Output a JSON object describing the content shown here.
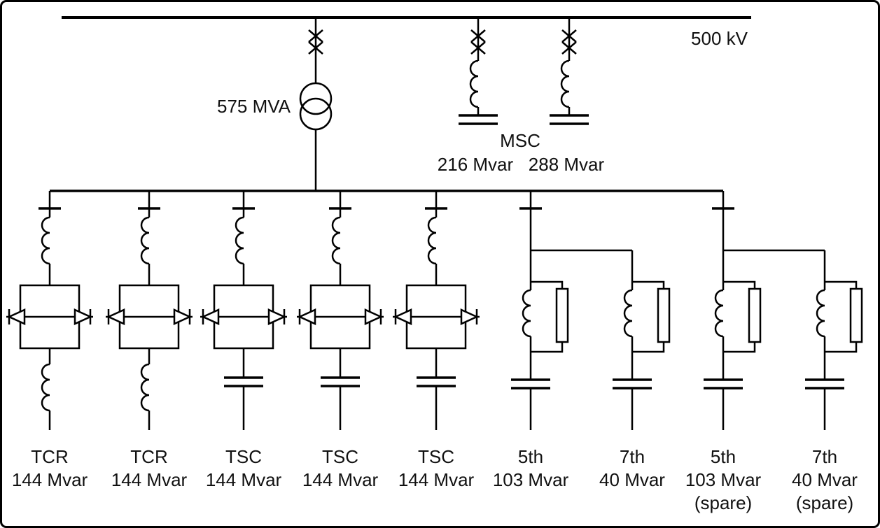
{
  "hv_bus": {
    "voltage_label": "500 kV"
  },
  "transformer": {
    "rating_label": "575 MVA"
  },
  "msc": {
    "group_label": "MSC",
    "banks": [
      {
        "rating": "216 Mvar"
      },
      {
        "rating": "288 Mvar"
      }
    ]
  },
  "branches": [
    {
      "name": "TCR",
      "rating": "144 Mvar"
    },
    {
      "name": "TCR",
      "rating": "144 Mvar"
    },
    {
      "name": "TSC",
      "rating": "144 Mvar"
    },
    {
      "name": "TSC",
      "rating": "144 Mvar"
    },
    {
      "name": "TSC",
      "rating": "144 Mvar"
    },
    {
      "name": "5th",
      "rating": "103 Mvar"
    },
    {
      "name": "7th",
      "rating": "40 Mvar"
    },
    {
      "name": "5th",
      "rating": "103 Mvar",
      "note": "(spare)"
    },
    {
      "name": "7th",
      "rating": "40 Mvar",
      "note": "(spare)"
    }
  ]
}
